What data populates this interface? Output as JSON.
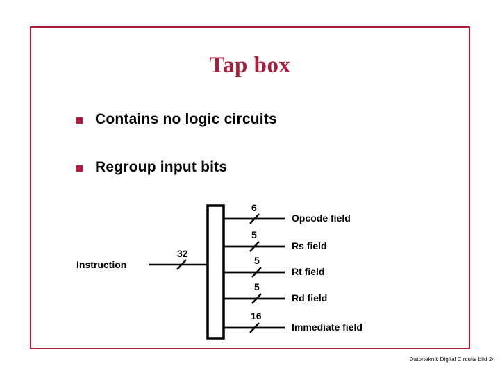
{
  "slide": {
    "title": "Tap box",
    "title_color": "#a81f3c",
    "frame_color": "#b01a38",
    "bullet_color": "#b8163a",
    "bullets": [
      {
        "text": "Contains no logic circuits",
        "marker": "square-bullet"
      },
      {
        "text": "Regroup input bits",
        "marker": "square-bullet"
      }
    ],
    "footer": "Datorteknik Digital Circuits bild 24"
  },
  "diagram": {
    "name": "tap-box-diagram",
    "input": {
      "label": "Instruction",
      "width": "32"
    },
    "box": {
      "name": "tap-box",
      "label": ""
    },
    "outputs": [
      {
        "width": "6",
        "label": "Opcode field"
      },
      {
        "width": "5",
        "label": "Rs field"
      },
      {
        "width": "5",
        "label": "Rt field"
      },
      {
        "width": "5",
        "label": "Rd field"
      },
      {
        "width": "16",
        "label": "Immediate field"
      }
    ]
  }
}
